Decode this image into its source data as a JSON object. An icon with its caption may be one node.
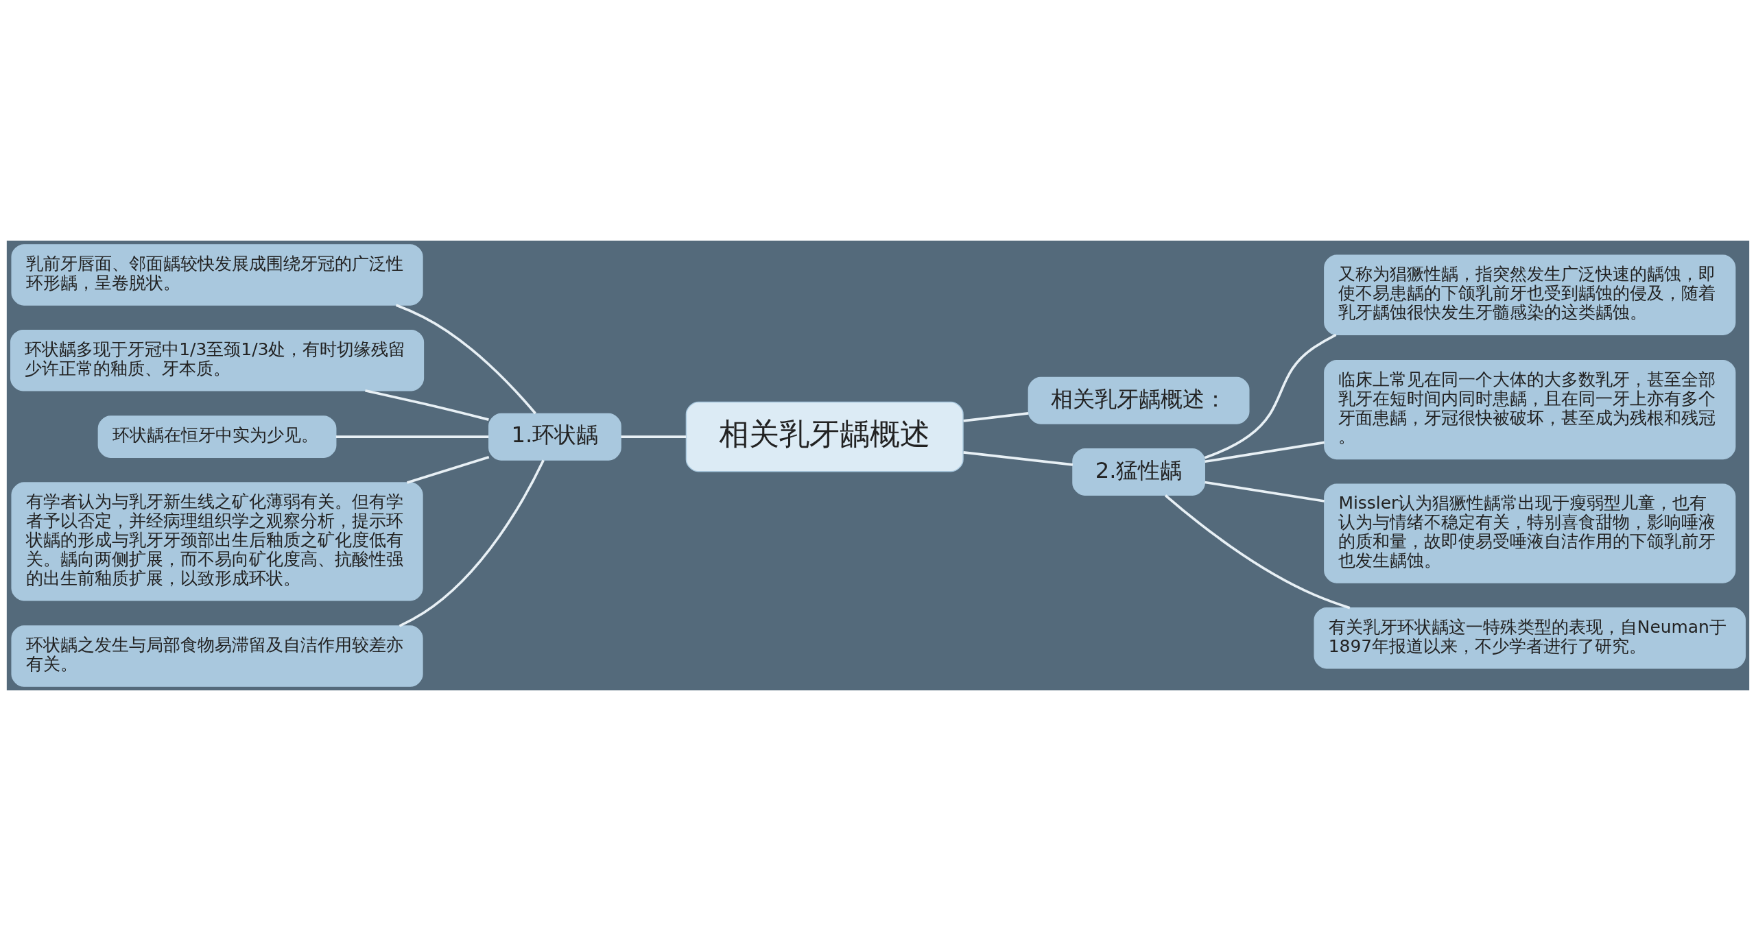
{
  "diagram": {
    "nodes": [
      {
        "text": [
          "相关乳牙龋概述"
        ]
      },
      {
        "text": [
          "1.环状龋"
        ]
      },
      {
        "text": [
          "乳前牙唇面、邻面龋较快发展成围绕牙冠的广泛性环形龋，呈卷脱状。"
        ]
      },
      {
        "text": [
          "环状龋多现于牙冠中1/3至颈1/3处，有时切缘残留少许正常的釉质、牙本质。"
        ]
      },
      {
        "text": [
          "环状龋在恒牙中实为少见。"
        ]
      },
      {
        "text": [
          "有学者认为与乳牙新生线之矿化薄弱有关。但有学者予以否定，并经病理组织学之观察分析，提示环状龋的形成与乳牙牙颈部出生后釉质之矿化度低有关。龋向两侧扩展，而不易向矿化度高、抗酸性强的出生前釉质扩展，以致形成环状。"
        ]
      },
      {
        "text": [
          "环状龋之发生与局部食物易滞留及自洁作用较差亦有关。"
        ]
      },
      {
        "text": [
          "相关乳牙龋概述："
        ]
      },
      {
        "text": [
          "2.猛性龋"
        ]
      },
      {
        "text": [
          "又称为猖獗性龋，指突然发生广泛快速的龋蚀，即使不易患龋的下颌乳前牙也受到龋蚀的侵及，随着乳牙龋蚀很快发生牙髓感染的这类龋蚀。"
        ]
      },
      {
        "text": [
          "临床上常见在同一个大体的大多数乳牙，甚至全部乳牙在短时间内同时患龋，且在同一牙上亦有多个牙面患龋，牙冠很快被破坏，甚至成为残根和残冠。"
        ]
      },
      {
        "text": [
          "Missler认为猖獗性龋常出现于瘦弱型儿童，也有认为与情绪不稳定有关，特别喜食甜物，影响唾液的质和量，故即使易受唾液自洁作用的下颌乳前牙也发生龋蚀。"
        ]
      },
      {
        "text": [
          "有关乳牙环状龋这一特殊类型的表现，自Neuman于1897年报道以来，不少学者进行了研究。"
        ]
      }
    ],
    "edges": [
      {
        "from": 0,
        "to": 1,
        "arrow": "none"
      },
      {
        "from": 1,
        "to": 2,
        "arrow": "none"
      },
      {
        "from": 1,
        "to": 3,
        "arrow": "none"
      },
      {
        "from": 1,
        "to": 4,
        "arrow": "none"
      },
      {
        "from": 1,
        "to": 5,
        "arrow": "none"
      },
      {
        "from": 1,
        "to": 6,
        "arrow": "none"
      },
      {
        "from": 0,
        "to": 7,
        "arrow": "none"
      },
      {
        "from": 0,
        "to": 8,
        "arrow": "none"
      },
      {
        "from": 8,
        "to": 9,
        "arrow": "none"
      },
      {
        "from": 8,
        "to": 10,
        "arrow": "none"
      },
      {
        "from": 8,
        "to": 11,
        "arrow": "none"
      },
      {
        "from": 8,
        "to": 12,
        "arrow": "none"
      }
    ]
  }
}
